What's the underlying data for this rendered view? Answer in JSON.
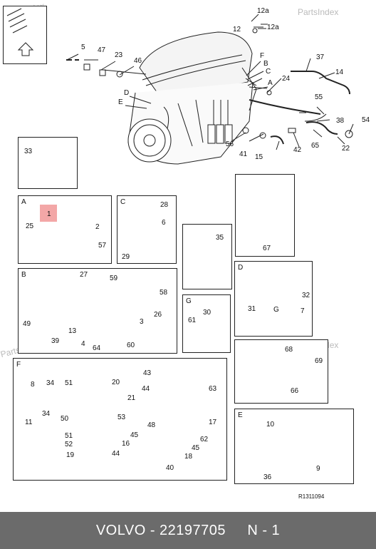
{
  "watermark": "PartsIndex",
  "drawing_number": "R1311094",
  "footer_text": "VOLVO - 22197705     N - 1",
  "main_labels": {
    "l12a_top": "12a",
    "l12": "12",
    "l12a_r": "12a",
    "l5": "5",
    "l47": "47",
    "l23": "23",
    "l46": "46",
    "lF": "F",
    "lB": "B",
    "lC": "C",
    "lA": "A",
    "lD": "D",
    "lE": "E",
    "l37": "37",
    "l14": "14",
    "l24": "24",
    "l55": "55",
    "l38": "38",
    "l54": "54",
    "l56": "56",
    "l41": "41",
    "l15": "15",
    "l42": "42",
    "l65": "65",
    "l22": "22"
  },
  "box_33": {
    "n": "33"
  },
  "box_67": {
    "n": "67"
  },
  "box_A": {
    "title": "A",
    "n1": "1",
    "n25": "25",
    "n2": "2",
    "n57": "57"
  },
  "box_C": {
    "title": "C",
    "n28": "28",
    "n6": "6",
    "n29": "29"
  },
  "box_35": {
    "n": "35"
  },
  "box_D": {
    "title": "D",
    "n32": "32",
    "n31": "31",
    "nG": "G",
    "n7": "7"
  },
  "box_B": {
    "title": "B",
    "n27": "27",
    "n59": "59",
    "n58": "58",
    "n26": "26",
    "n3": "3",
    "n49": "49",
    "n13": "13",
    "n39": "39",
    "n4": "4",
    "n64": "64",
    "n60": "60"
  },
  "box_G": {
    "title": "G",
    "n30": "30",
    "n61": "61"
  },
  "box_68": {
    "n68": "68",
    "n69": "69",
    "n66": "66"
  },
  "box_F": {
    "title": "F",
    "n8": "8",
    "n34a": "34",
    "n51a": "51",
    "n20": "20",
    "n43": "43",
    "n63": "63",
    "n44a": "44",
    "n21": "21",
    "n53": "53",
    "n34b": "34",
    "n50": "50",
    "n17": "17",
    "n48": "48",
    "n11": "11",
    "n51b": "51",
    "n52": "52",
    "n19": "19",
    "n45a": "45",
    "n62": "62",
    "n16": "16",
    "n45b": "45",
    "n18": "18",
    "n44b": "44",
    "n40": "40"
  },
  "box_E": {
    "title": "E",
    "n10": "10",
    "n36": "36",
    "n9": "9"
  }
}
